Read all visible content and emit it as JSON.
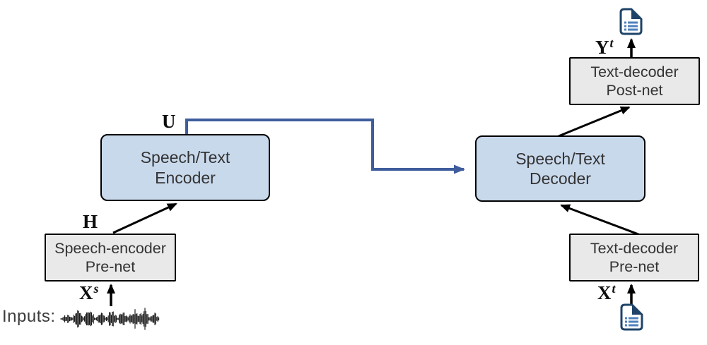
{
  "encoder_branch": {
    "inputs_label": "Inputs:",
    "input_symbol": {
      "base": "X",
      "sup": "s"
    },
    "prenet": {
      "line1": "Speech-encoder",
      "line2": "Pre-net"
    },
    "hidden_label": "H",
    "encoder": {
      "line1": "Speech/Text",
      "line2": "Encoder"
    },
    "output_label": "U"
  },
  "decoder_branch": {
    "input_symbol": {
      "base": "X",
      "sup": "t"
    },
    "prenet": {
      "line1": "Text-decoder",
      "line2": "Pre-net"
    },
    "decoder": {
      "line1": "Speech/Text",
      "line2": "Decoder"
    },
    "postnet": {
      "line1": "Text-decoder",
      "line2": "Post-net"
    },
    "output_symbol": {
      "base": "Y",
      "sup": "t"
    }
  },
  "icons": {
    "input_waveform": "waveform-icon",
    "input_document": "document-icon",
    "output_document": "document-icon"
  },
  "colors": {
    "block_blue_fill": "#c9d9ec",
    "block_gray_fill": "#e9e9e9",
    "block_border": "#000000",
    "connector_blue": "#3f5d9d",
    "arrow_black": "#000000",
    "doc_icon_dark": "#1f4368",
    "doc_icon_accent": "#4f81bd",
    "text_color": "#333333"
  }
}
